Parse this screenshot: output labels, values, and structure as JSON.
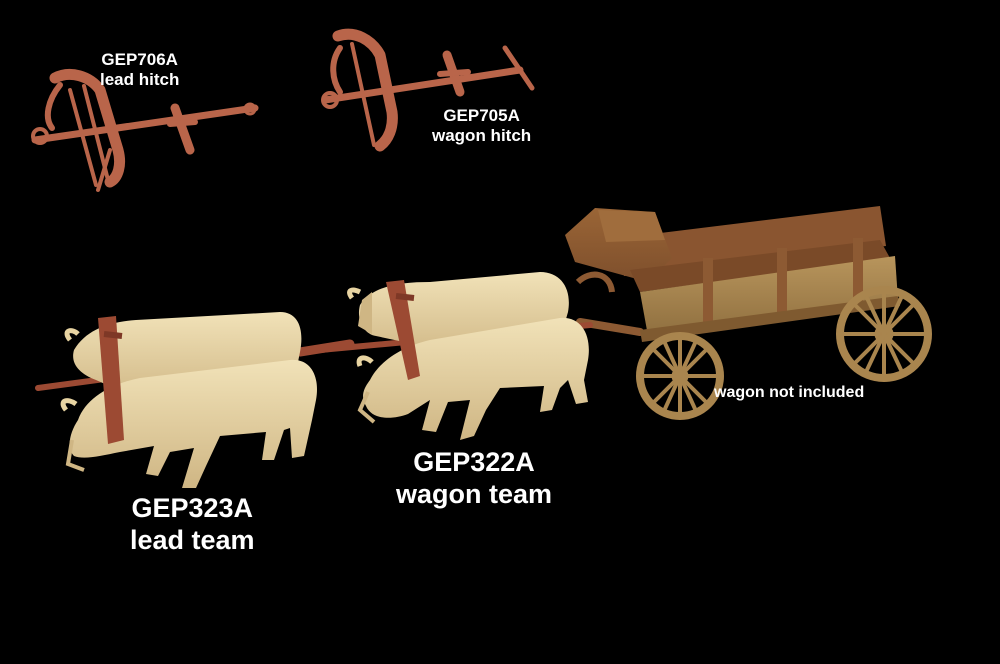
{
  "labels": {
    "lead_hitch": {
      "code": "GEP706A",
      "name": "lead hitch"
    },
    "wagon_hitch": {
      "code": "GEP705A",
      "name": "wagon hitch"
    },
    "wagon_team": {
      "code": "GEP322A",
      "name": "wagon team"
    },
    "lead_team": {
      "code": "GEP323A",
      "name": "lead team"
    },
    "wagon_note": "wagon not included"
  },
  "colors": {
    "background": "#000000",
    "ox_body": "#e8d4a2",
    "ox_shadow": "#c9b07c",
    "yoke": "#9c4a33",
    "hitch": "#b9654a",
    "wagon_box": "#8d5a33",
    "wagon_side": "#a8844f",
    "wagon_wheel": "#a9854e",
    "text": "#ffffff"
  }
}
